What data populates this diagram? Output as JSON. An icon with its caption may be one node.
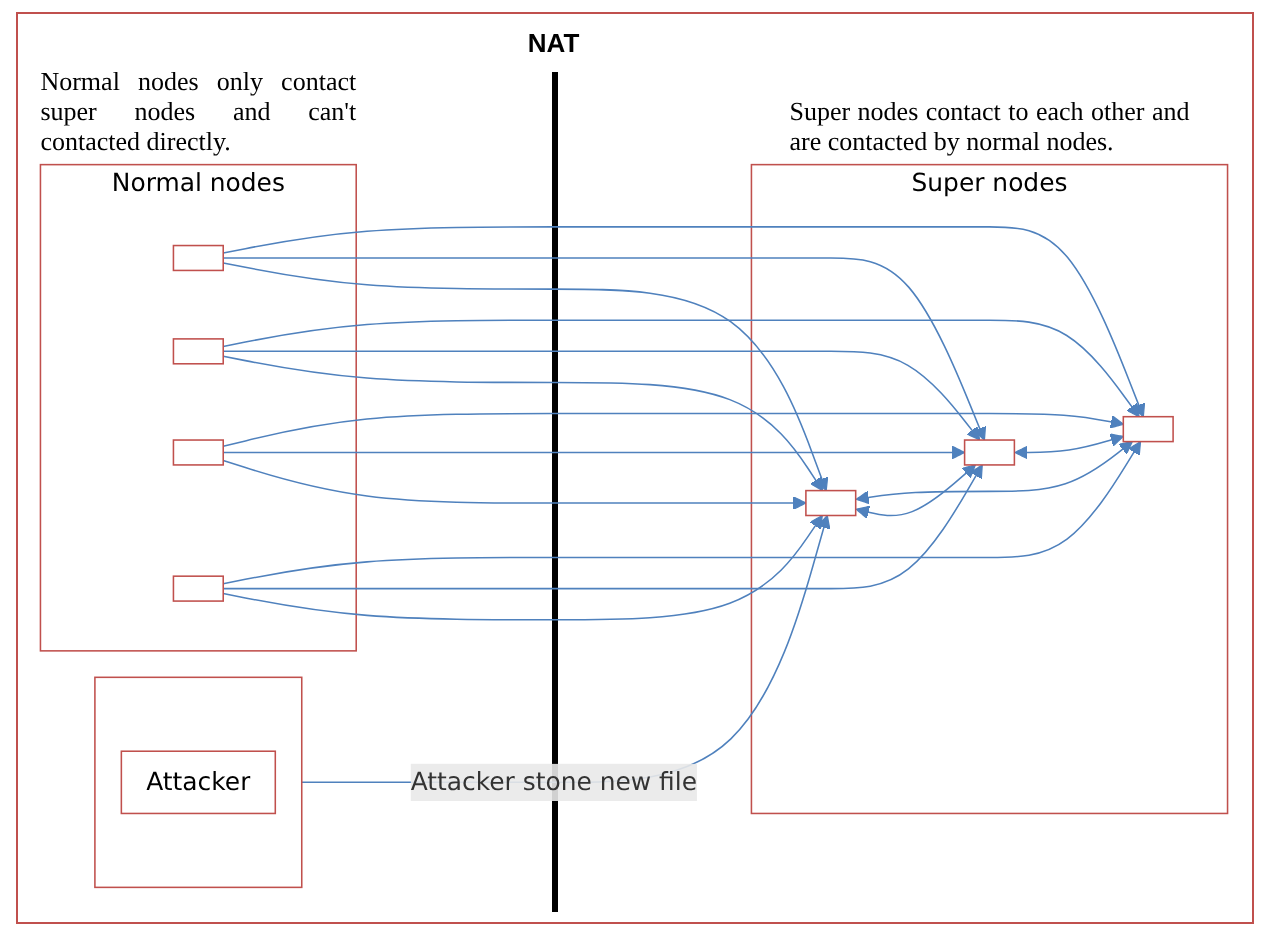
{
  "diagram": {
    "nodes": [
      {
        "text": [],
        "shape": "box"
      },
      {
        "text": [
          "Attacker"
        ],
        "in": 0
      },
      {
        "text": [
          "Super nodes"
        ],
        "beside": [
          "Super nodes contact to each other and are contacted by normal nodes."
        ]
      },
      {
        "text": [],
        "shape": "box",
        "in": 2
      },
      {
        "text": [],
        "shape": "box",
        "in": 2
      },
      {
        "text": [],
        "shape": "box",
        "in": 2
      },
      {
        "text": [
          "Normal nodes"
        ],
        "beside": [
          "Normal nodes only contact super nodes and can't contacted directly."
        ]
      },
      {
        "text": [],
        "shape": "box",
        "in": 6
      },
      {
        "text": [],
        "shape": "box",
        "in": 6
      },
      {
        "text": [],
        "shape": "box",
        "in": 6
      },
      {
        "text": [],
        "shape": "box",
        "in": 6
      }
    ],
    "edges": [
      {
        "from": 0,
        "to": 3,
        "arrow": "to",
        "label": "Attacker stone new file"
      },
      {
        "from": 3,
        "to": 4,
        "arrow": "both"
      },
      {
        "from": 4,
        "to": 5,
        "arrow": "both"
      },
      {
        "from": 3,
        "to": 5,
        "arrow": "both"
      },
      {
        "from": 7,
        "to": 3,
        "arrow": "to"
      },
      {
        "from": 7,
        "to": 4,
        "arrow": "to"
      },
      {
        "from": 7,
        "to": 5,
        "arrow": "to"
      },
      {
        "from": 8,
        "to": 3,
        "arrow": "to"
      },
      {
        "from": 8,
        "to": 4,
        "arrow": "to"
      },
      {
        "from": 8,
        "to": 5,
        "arrow": "to"
      },
      {
        "from": 9,
        "to": 3,
        "arrow": "to"
      },
      {
        "from": 9,
        "to": 4,
        "arrow": "to"
      },
      {
        "from": 9,
        "to": 5,
        "arrow": "to"
      },
      {
        "from": 10,
        "to": 3,
        "arrow": "to"
      },
      {
        "from": 10,
        "to": 4,
        "arrow": "to"
      },
      {
        "from": 10,
        "to": 5,
        "arrow": "to"
      }
    ],
    "labels": [
      "NAT"
    ]
  }
}
